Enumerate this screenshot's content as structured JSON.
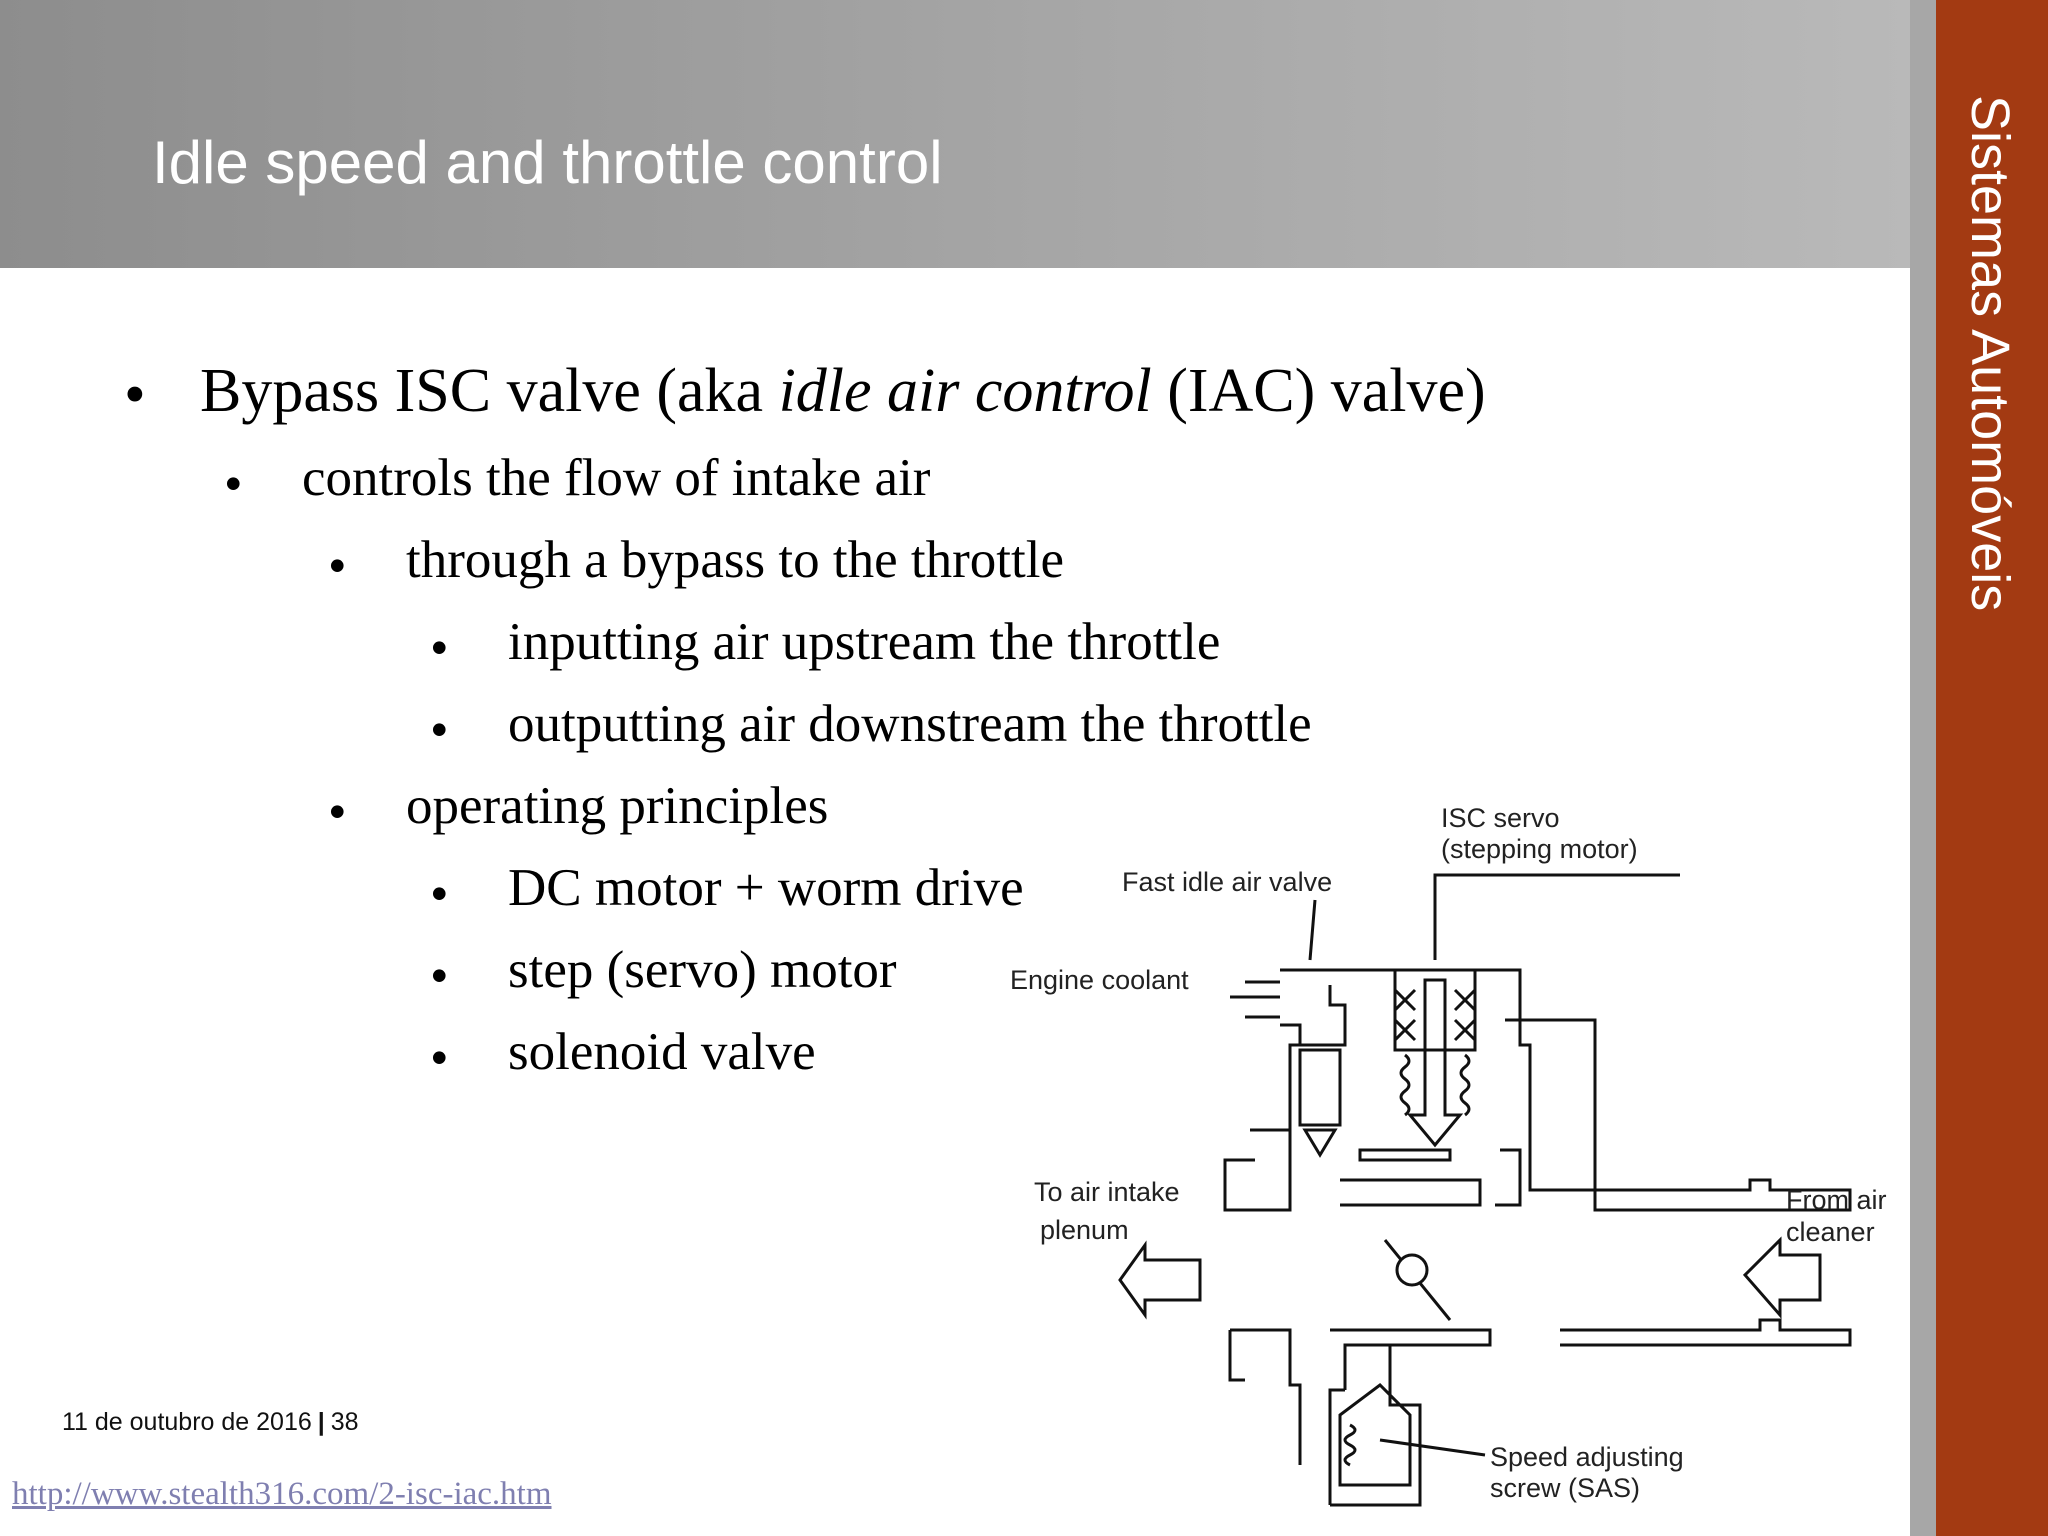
{
  "slide": {
    "title": "Idle speed and throttle control",
    "side_label": "Sistemas Automóveis"
  },
  "bullets": {
    "main_prefix": "Bypass ISC valve (aka ",
    "main_italic": "idle air control",
    "main_suffix": " (IAC) valve)",
    "b1": "controls the flow of intake air",
    "b1_1": "through a bypass to the throttle",
    "b1_1_1": "inputting air upstream the throttle",
    "b1_1_2": "outputting air downstream the throttle",
    "b1_2": "operating principles",
    "b1_2_1": "DC motor + worm drive",
    "b1_2_2": "step (servo) motor",
    "b1_2_3": "solenoid valve",
    "bullet_char": "•"
  },
  "footer": {
    "date": "11 de outubro de 2016",
    "separator": "|",
    "page": "38",
    "source_url": "http://www.stealth316.com/2-isc-iac.htm"
  },
  "diagram": {
    "label_isc_servo": "ISC servo",
    "label_stepping_motor": "(stepping motor)",
    "label_fast_idle": "Fast idle air valve",
    "label_engine_coolant": "Engine coolant",
    "label_to_air_intake": "To air intake",
    "label_plenum": "plenum",
    "label_from_air": "From air",
    "label_cleaner": "cleaner",
    "label_speed_adjusting": "Speed adjusting",
    "label_screw_sas": "screw (SAS)"
  },
  "colors": {
    "header": "#a6a6a6",
    "side_band": "#a33a12",
    "link": "#7f7fb0"
  }
}
